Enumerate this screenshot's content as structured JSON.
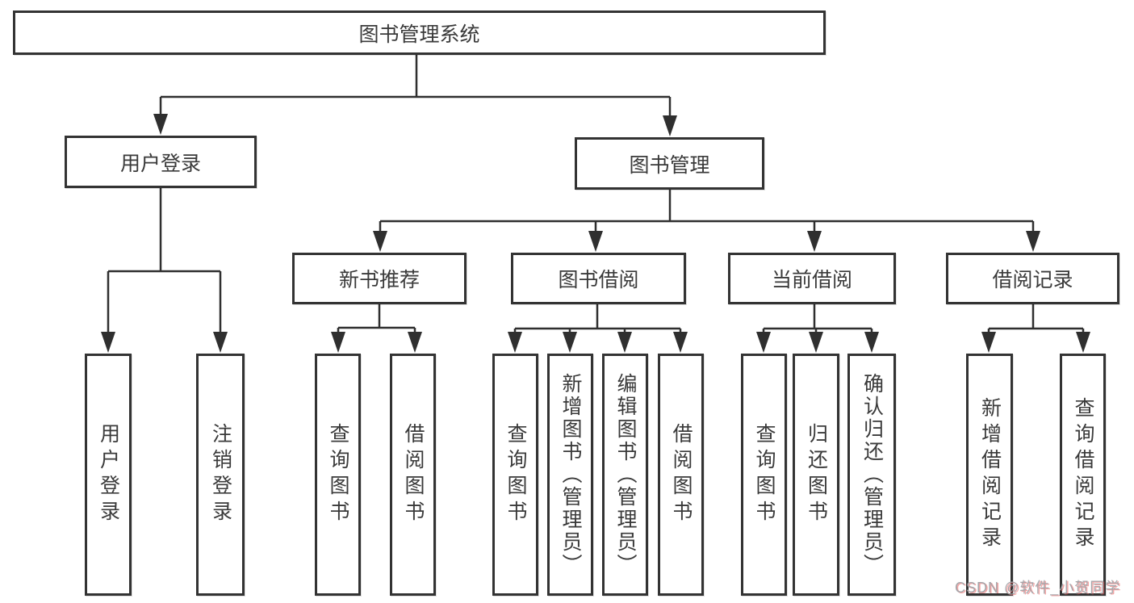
{
  "tree": {
    "label": "图书管理系统",
    "children": [
      {
        "label": "用户登录",
        "children": [
          {
            "label": "用户登录"
          },
          {
            "label": "注销登录"
          }
        ]
      },
      {
        "label": "图书管理",
        "children": [
          {
            "label": "新书推荐",
            "children": [
              {
                "label": "查询图书"
              },
              {
                "label": "借阅图书"
              }
            ]
          },
          {
            "label": "图书借阅",
            "children": [
              {
                "label": "查询图书"
              },
              {
                "label": "新增图书（管理员）"
              },
              {
                "label": "编辑图书（管理员）"
              },
              {
                "label": "借阅图书"
              }
            ]
          },
          {
            "label": "当前借阅",
            "children": [
              {
                "label": "查询图书"
              },
              {
                "label": "归还图书"
              },
              {
                "label": "确认归还（管理员）"
              }
            ]
          },
          {
            "label": "借阅记录",
            "children": [
              {
                "label": "新增借阅记录"
              },
              {
                "label": "查询借阅记录"
              }
            ]
          }
        ]
      }
    ]
  },
  "watermark": {
    "text": "CSDN @软件_小贺同学"
  },
  "colors": {
    "line": "#2f2f2f",
    "box_border": "#333333",
    "text": "#3a3a3a",
    "background": "#ffffff",
    "watermark_text": "#a6a6aa",
    "watermark_shadow": "#eb5a5a"
  }
}
